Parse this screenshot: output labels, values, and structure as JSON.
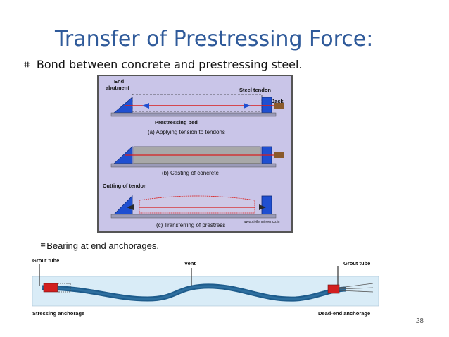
{
  "title": "Transfer of Prestressing Force:",
  "bullets": [
    {
      "glyph": "⌗",
      "text": "Bond between concrete and prestressing steel."
    },
    {
      "glyph": "⌗",
      "text": "Bearing at end anchorages."
    }
  ],
  "figure_pretension": {
    "labels": {
      "end_abutment": "End\nabutment",
      "steel_tendon": "Steel tendon",
      "jack": "Jack",
      "prestressing_bed": "Prestressing bed",
      "caption_a": "(a) Applying tension to tendons",
      "caption_b": "(b) Casting of concrete",
      "cutting": "Cutting of tendon",
      "caption_c": "(c) Transferring of prestress",
      "site": "www.civilengineer.co.in"
    },
    "colors": {
      "background": "#c9c5e8",
      "tendon": "#d81e1e",
      "abutment": "#1f4fd1",
      "concrete": "#a8a8a8"
    }
  },
  "figure_posttension": {
    "labels": {
      "grout_tube_left": "Grout tube",
      "vent": "Vent",
      "grout_tube_right": "Grout tube",
      "stressing_anchorage": "Stressing anchorage",
      "dead_end_anchorage": "Dead-end anchorage"
    },
    "colors": {
      "duct": "#1e5c8c",
      "duct_fill": "#2e6f9f",
      "concrete": "#d9ecf7",
      "anchor": "#d21f1f"
    }
  },
  "page_number": "28"
}
